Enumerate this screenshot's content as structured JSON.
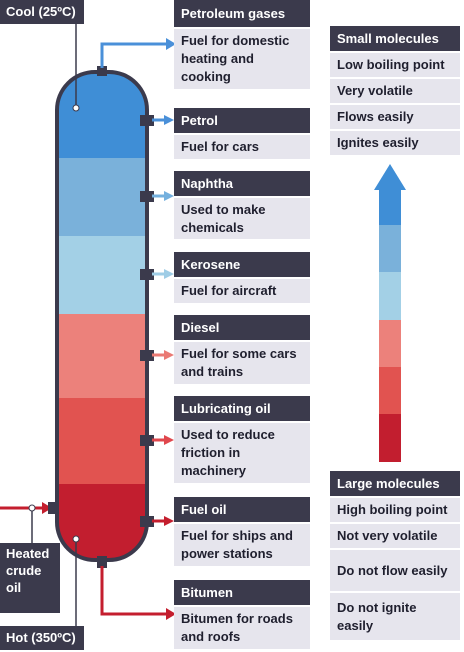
{
  "labels": {
    "cool": "Cool (25ºC)",
    "hot": "Hot (350ºC)",
    "heated_crude_oil": "Heated crude oil"
  },
  "fractions": [
    {
      "name": "Petroleum gases",
      "use": "Fuel for domestic heating and cooking",
      "color": "#4a90d9"
    },
    {
      "name": "Petrol",
      "use": "Fuel for cars",
      "color": "#4a90d9"
    },
    {
      "name": "Naphtha",
      "use": "Used to make chemicals",
      "color": "#74b0de"
    },
    {
      "name": "Kerosene",
      "use": "Fuel for aircraft",
      "color": "#9fcde6"
    },
    {
      "name": "Diesel",
      "use": "Fuel for some cars and trains",
      "color": "#ea7a74"
    },
    {
      "name": "Lubricating oil",
      "use": "Used to reduce friction in machinery",
      "color": "#e0474d"
    },
    {
      "name": "Fuel oil",
      "use": "Fuel for ships and power stations",
      "color": "#c41e2e"
    },
    {
      "name": "Bitumen",
      "use": "Bitumen for roads and roofs",
      "color": "#c41e2e"
    }
  ],
  "small_molecules": {
    "title": "Small molecules",
    "properties": [
      "Low boiling point",
      "Very volatile",
      "Flows easily",
      "Ignites easily"
    ]
  },
  "large_molecules": {
    "title": "Large molecules",
    "properties": [
      "High boiling point",
      "Not very volatile",
      "Do not flow easily",
      "Do not ignite easily"
    ]
  },
  "colors": {
    "band_blue_dark": "#3f8ed6",
    "band_blue_mid": "#7ab1da",
    "band_blue_light": "#a3d0e6",
    "band_red_light": "#ec817b",
    "band_red_mid": "#e15350",
    "band_red_dark": "#c21e2f",
    "label_dark": "#3b3a4c",
    "label_light": "#e6e5ed"
  }
}
